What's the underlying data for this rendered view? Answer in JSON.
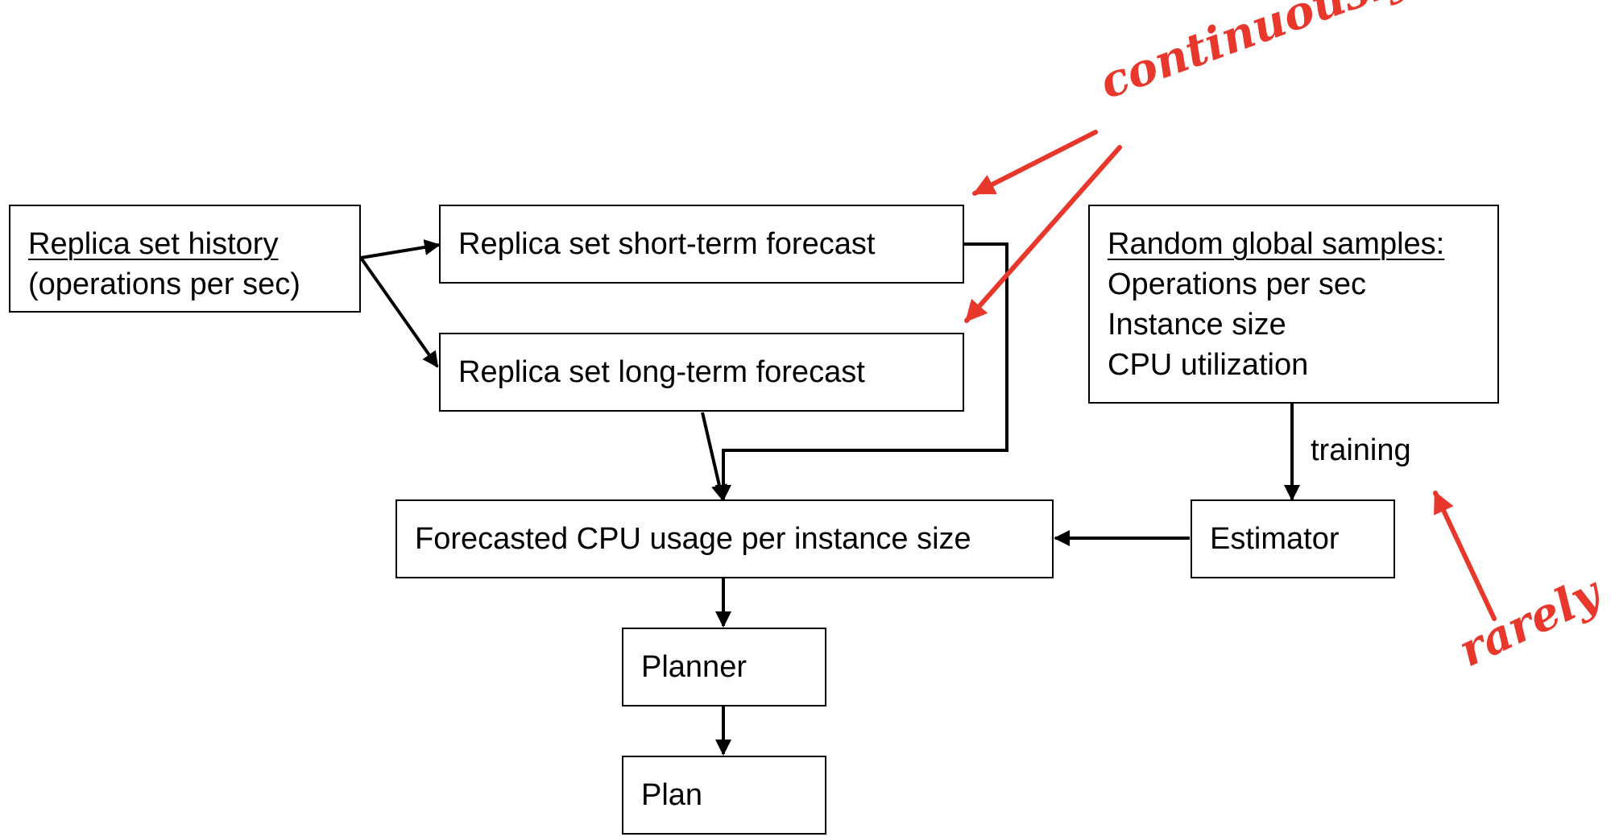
{
  "nodes": {
    "history": {
      "title": "Replica set history",
      "subtitle": "(operations per sec)"
    },
    "short_term": {
      "label": "Replica set short-term forecast"
    },
    "long_term": {
      "label": "Replica set long-term forecast"
    },
    "samples": {
      "title": "Random global samples:",
      "items": [
        "Operations per sec",
        "Instance size",
        "CPU utilization"
      ]
    },
    "forecast_cpu": {
      "label": "Forecasted CPU usage per instance size"
    },
    "estimator": {
      "label": "Estimator"
    },
    "planner": {
      "label": "Planner"
    },
    "plan": {
      "label": "Plan"
    }
  },
  "edge_labels": {
    "training": "training"
  },
  "annotations": {
    "continuously": "continuously",
    "rarely": "rarely"
  },
  "colors": {
    "annotation": "#e8382c",
    "line": "#000000"
  }
}
